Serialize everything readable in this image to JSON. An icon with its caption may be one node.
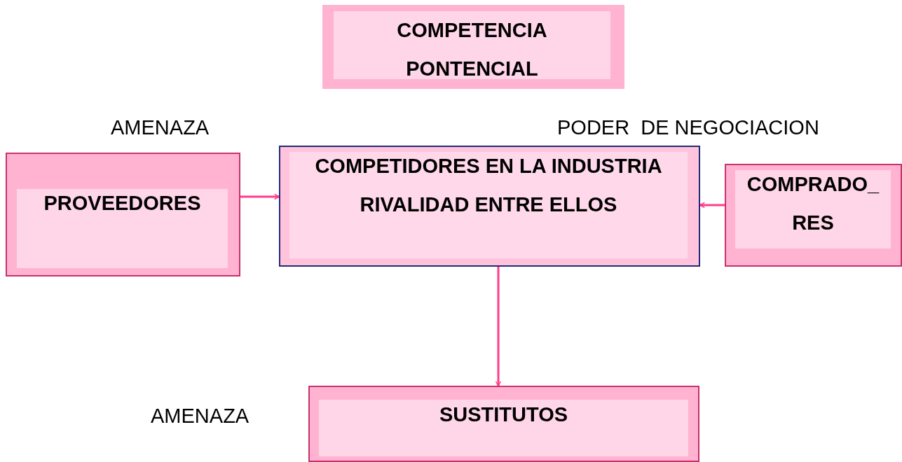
{
  "diagram": {
    "nodes": [
      {
        "text": [
          "COMPETENCIA PONTENCIAL"
        ]
      },
      {
        "text": [
          "PROVEEDORES"
        ]
      },
      {
        "text": [
          "COMPETIDORES EN LA INDUSTRIA RIVALIDAD ENTRE ELLOS"
        ]
      },
      {
        "text": [
          "COMPRADO_ RES"
        ]
      },
      {
        "text": [
          "SUSTITUTOS"
        ]
      }
    ],
    "edges": [
      {
        "from": 1,
        "to": 2,
        "arrow": "to"
      },
      {
        "from": 3,
        "to": 2,
        "arrow": "to"
      },
      {
        "from": 2,
        "to": 4,
        "arrow": "to"
      }
    ],
    "labels": [
      "AMENAZA",
      "PODER  DE NEGOCIACION",
      "AMENAZA"
    ]
  }
}
